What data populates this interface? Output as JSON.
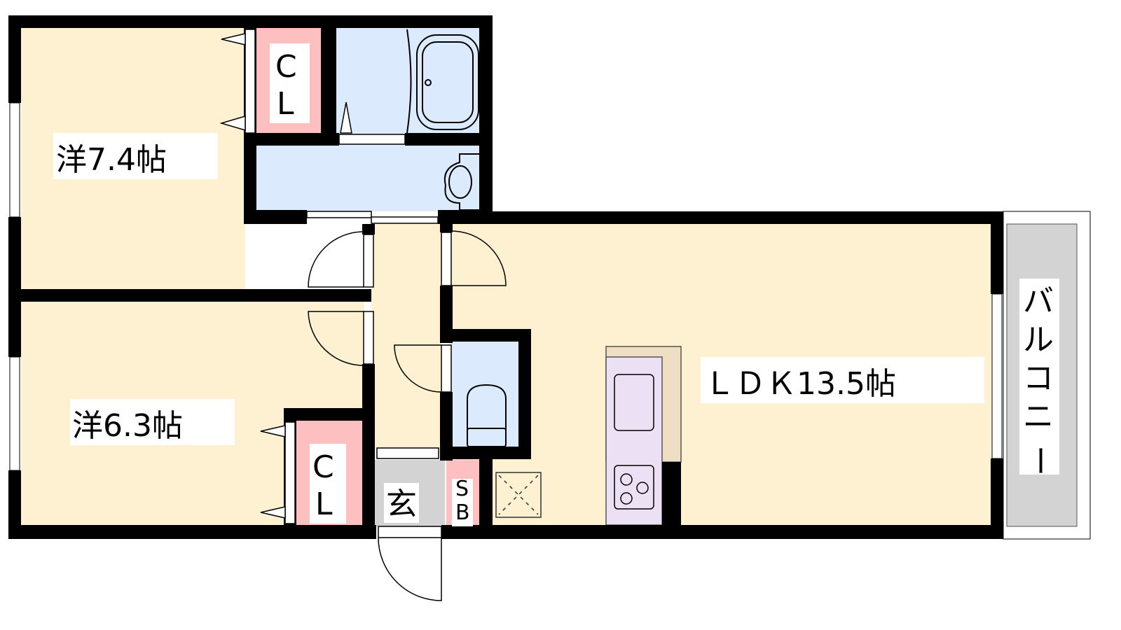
{
  "rooms": {
    "western1": "洋7.4帖",
    "western2": "洋6.3帖",
    "ldk": "ＬＤＫ13.5帖",
    "closet1": [
      "C",
      "L"
    ],
    "closet2": [
      "C",
      "L"
    ],
    "entrance": "玄",
    "shoebox": [
      "S",
      "B"
    ],
    "balcony": [
      "バ",
      "ル",
      "コ",
      "ニ",
      "ー"
    ]
  },
  "colors": {
    "floor": "#fdf1d1",
    "wet": "#dbeafd",
    "closet": "#fdbfbf",
    "kitchen": "#ece0f4",
    "counter": "#eedfc4",
    "entrance": "#d3d3d3",
    "wall": "#000000"
  }
}
